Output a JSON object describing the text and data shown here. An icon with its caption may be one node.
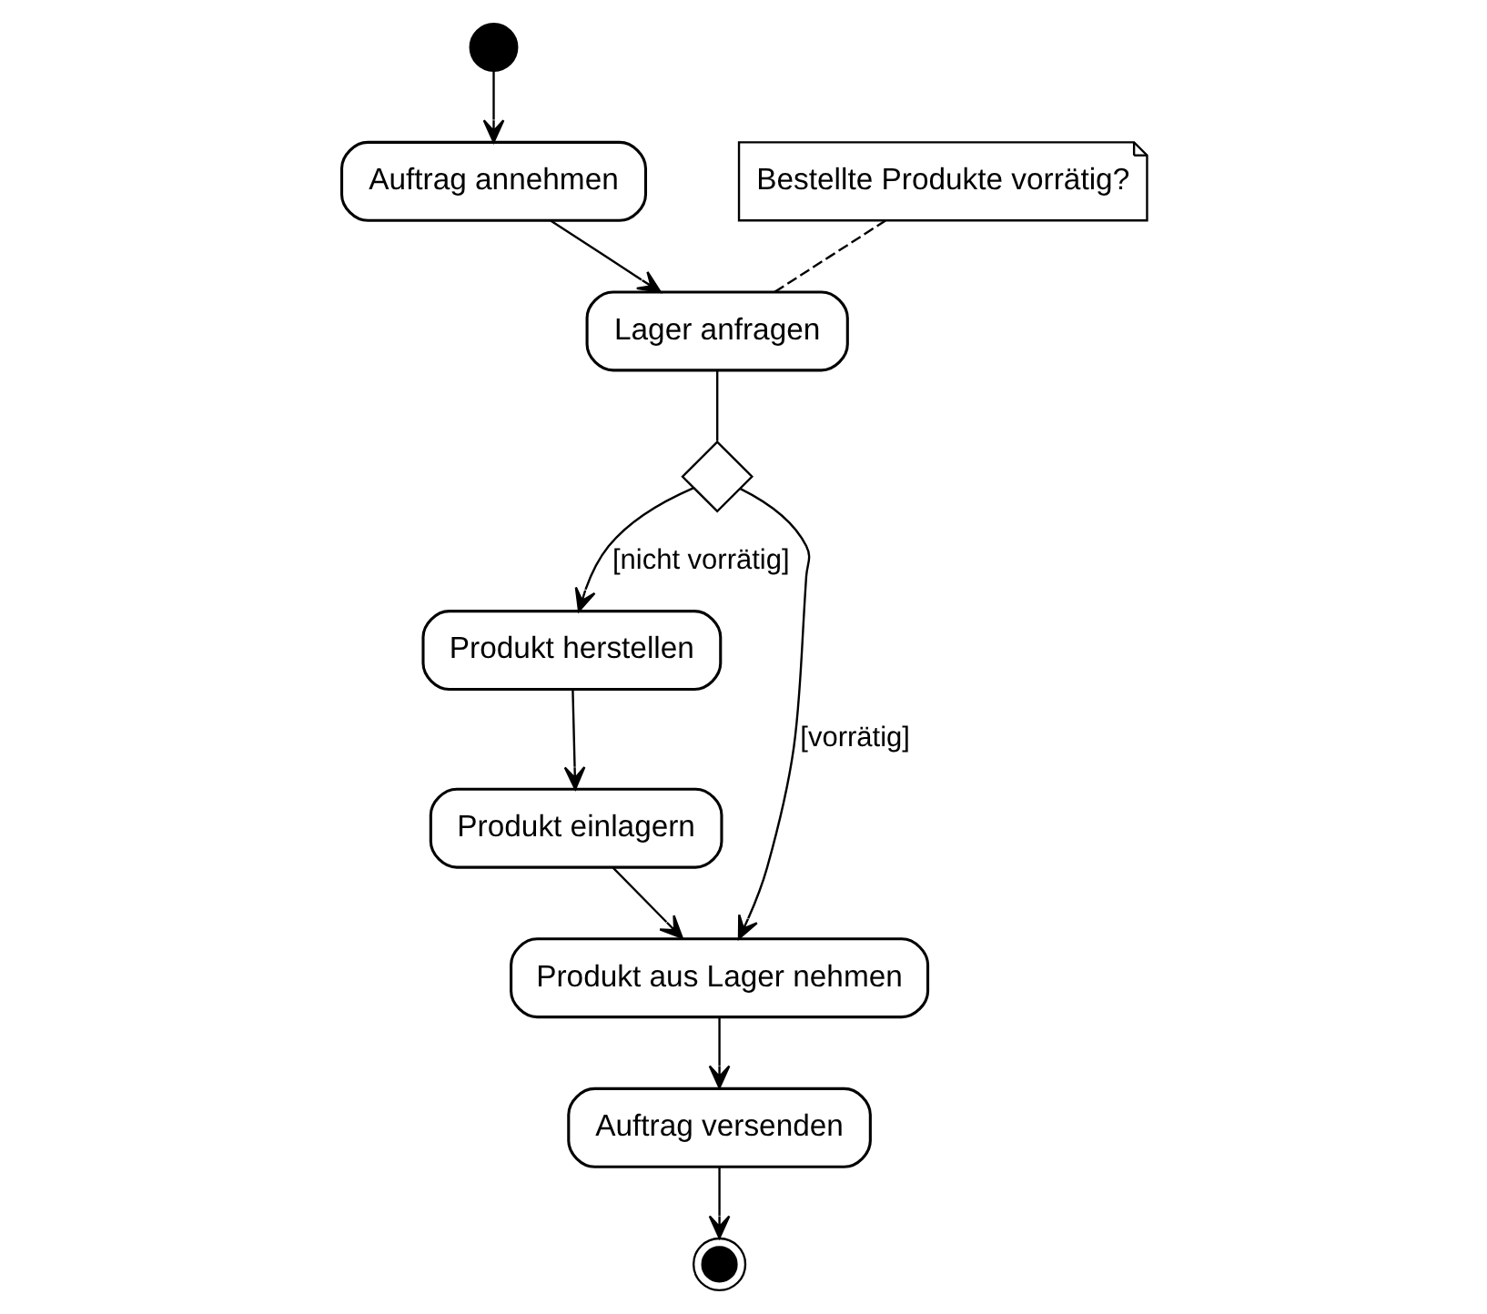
{
  "diagram": {
    "nodes": [
      {
        "text": [],
        "shape": "circle"
      },
      {
        "text": [
          "Auftrag annehmen"
        ]
      },
      {
        "text": [
          "Lager anfragen"
        ]
      },
      {
        "text": [
          "Bestellte Produkte vorrätig?"
        ]
      },
      {
        "text": [],
        "shape": "diamond"
      },
      {
        "text": [
          "Produkt herstellen"
        ]
      },
      {
        "text": [
          "Produkt einlagern"
        ]
      },
      {
        "text": [
          "Produkt aus Lager nehmen"
        ]
      },
      {
        "text": [
          "Auftrag versenden"
        ]
      },
      {
        "text": [],
        "shape": "circle"
      }
    ],
    "edges": [
      {
        "from": 0,
        "to": 1,
        "arrow": "to"
      },
      {
        "from": 1,
        "to": 2,
        "arrow": "to"
      },
      {
        "from": 2,
        "to": 3,
        "arrow": "none",
        "style": "dashed"
      },
      {
        "from": 2,
        "to": 4,
        "arrow": "none"
      },
      {
        "from": 4,
        "to": 5,
        "arrow": "to",
        "label": "[nicht vorrätig]"
      },
      {
        "from": 4,
        "to": 7,
        "arrow": "to",
        "label": "[vorrätig]"
      },
      {
        "from": 5,
        "to": 6,
        "arrow": "to"
      },
      {
        "from": 6,
        "to": 7,
        "arrow": "to"
      },
      {
        "from": 7,
        "to": 8,
        "arrow": "to"
      },
      {
        "from": 8,
        "to": 9,
        "arrow": "to"
      }
    ]
  }
}
